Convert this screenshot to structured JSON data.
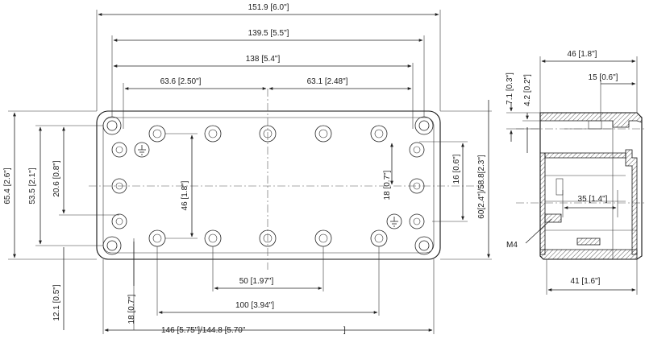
{
  "front_view": {
    "dimensions": {
      "overall_width": "151.9 [6.0\"]",
      "inner_width": "139.5 [5.5\"]",
      "mount_width": "138 [5.4\"]",
      "left_half": "63.6 [2.50\"]",
      "right_half": "63.1 [2.48\"]",
      "bolt_span_50": "50 [1.97\"]",
      "bolt_span_100": "100 [3.94\"]",
      "bottom_width": "146 [5.75\"]/144.8 [5.70\"",
      "bottom_bracket": "]",
      "overall_height": "65.4 [2.6\"]",
      "inner_height": "53.5 [2.1\"]",
      "left_offset": "20.6 [0.8\"]",
      "bottom_offset": "12.1 [0.5\"]",
      "left_pitch": "18 [0.7\"]",
      "bolt_height": "46 [1.8\"]",
      "right_pitch": "18 [0.7\"]",
      "right_offset": "16 [0.6\"]",
      "right_height": "60[2.4\"]/58.8[2.3\"]"
    }
  },
  "side_view": {
    "dimensions": {
      "top_width": "46 [1.8\"]",
      "inset": "15 [0.6\"]",
      "top_offset_a": "7.1 [0.3\"]",
      "top_offset_b": "4.2 [0.2\"]",
      "inner_span": "35 [1.4\"]",
      "bottom_width": "41 [1.6\"]"
    },
    "thread_label": "M4"
  }
}
